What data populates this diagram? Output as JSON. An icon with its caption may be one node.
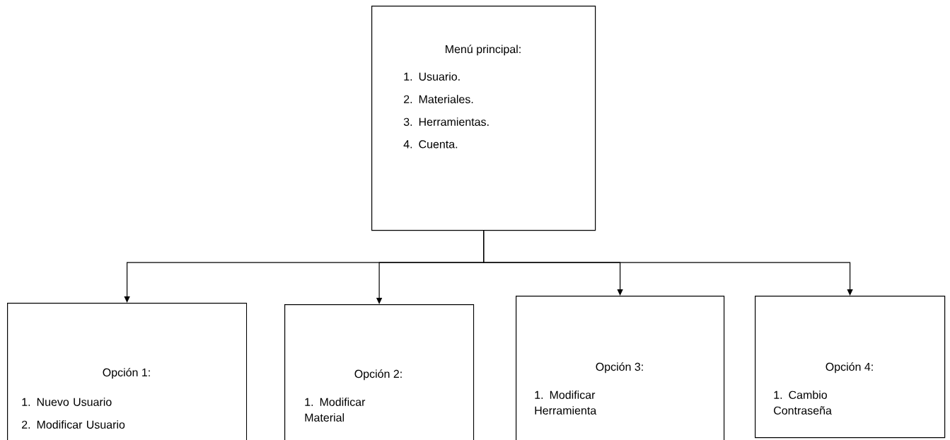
{
  "diagram": {
    "nodes": [
      {
        "text": [
          "Menú principal:",
          "1. Usuario.",
          "2. Materiales.",
          "3. Herramientas.",
          "4. Cuenta."
        ]
      },
      {
        "text": [
          "Opción 1:",
          "1. Nuevo Usuario",
          "2. Modificar Usuario"
        ]
      },
      {
        "text": [
          "Opción 2:",
          "1. Modificar Material"
        ]
      },
      {
        "text": [
          "Opción 3:",
          "1. Modificar Herramienta"
        ]
      },
      {
        "text": [
          "Opción 4:",
          "1. Cambio Contraseña"
        ]
      }
    ],
    "edges": [
      {
        "from": 0,
        "to": 1,
        "arrow": "to"
      },
      {
        "from": 0,
        "to": 2,
        "arrow": "to"
      },
      {
        "from": 0,
        "to": 3,
        "arrow": "to"
      },
      {
        "from": 0,
        "to": 4,
        "arrow": "to"
      }
    ]
  }
}
